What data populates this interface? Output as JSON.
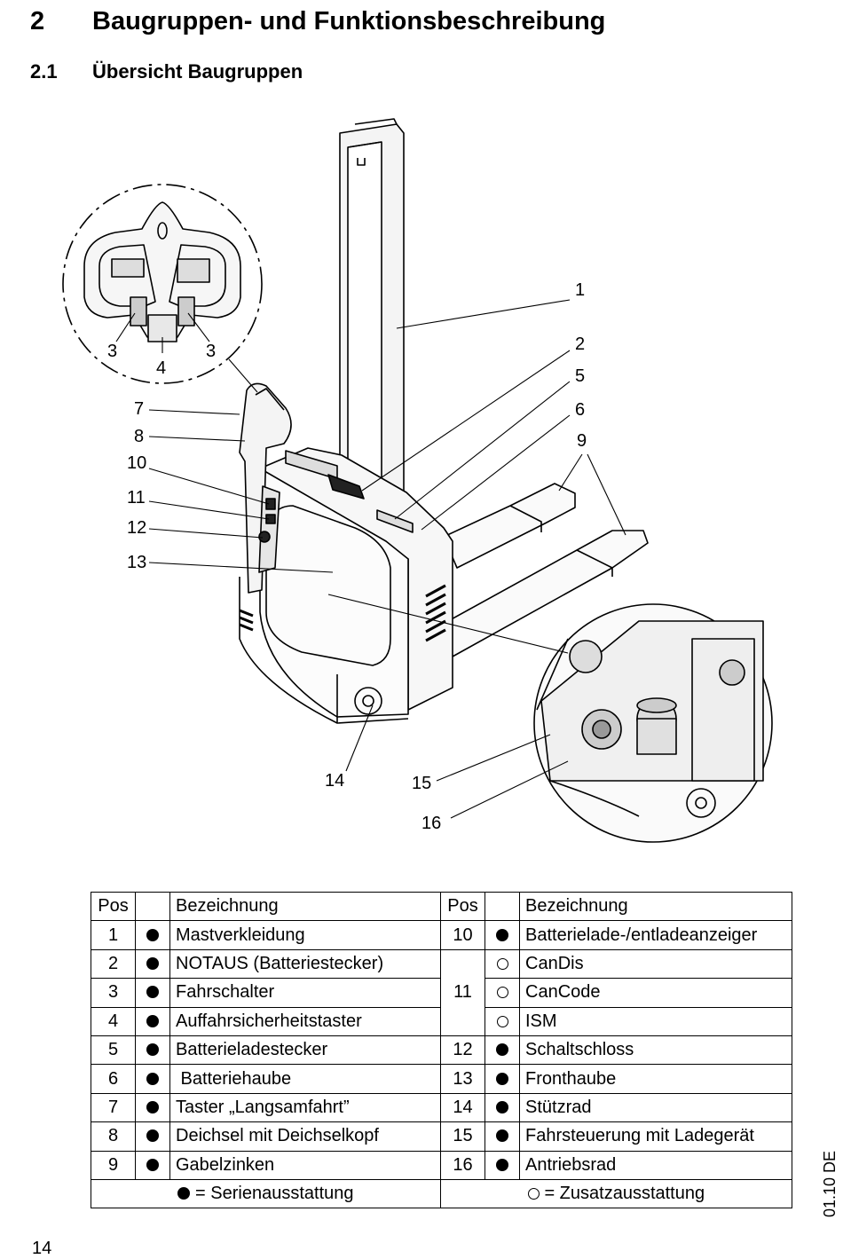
{
  "heading": {
    "number": "2",
    "title": "Baugruppen- und Funktionsbeschreibung"
  },
  "subheading": {
    "number": "2.1",
    "title": "Übersicht Baugruppen"
  },
  "figure": {
    "callouts": [
      "1",
      "2",
      "5",
      "6",
      "9",
      "3",
      "4",
      "3",
      "7",
      "8",
      "10",
      "11",
      "12",
      "13",
      "14",
      "15",
      "16"
    ]
  },
  "table": {
    "headers": {
      "pos_left": "Pos",
      "name_left": "Bezeichnung",
      "pos_right": "Pos",
      "name_right": "Bezeichnung"
    },
    "rows": [
      {
        "pos_l": "1",
        "mark_l": "standard",
        "name_l": "Mastverkleidung",
        "pos_r": "10",
        "mark_r": "standard",
        "name_r": "Batterielade-/entladeanzeiger"
      },
      {
        "pos_l": "2",
        "mark_l": "standard",
        "name_l": "NOTAUS (Batteriestecker)",
        "pos_r": "",
        "mark_r": "optional",
        "name_r": "CanDis"
      },
      {
        "pos_l": "3",
        "mark_l": "standard",
        "name_l": "Fahrschalter",
        "pos_r": "11",
        "mark_r": "optional",
        "name_r": "CanCode"
      },
      {
        "pos_l": "4",
        "mark_l": "standard",
        "name_l": "Auffahrsicherheitstaster",
        "pos_r": "",
        "mark_r": "optional",
        "name_r": "ISM"
      },
      {
        "pos_l": "5",
        "mark_l": "standard",
        "name_l": "Batterieladestecker",
        "pos_r": "12",
        "mark_r": "standard",
        "name_r": "Schaltschloss"
      },
      {
        "pos_l": "6",
        "mark_l": "standard",
        "name_l": " Batteriehaube",
        "pos_r": "13",
        "mark_r": "standard",
        "name_r": "Fronthaube"
      },
      {
        "pos_l": "7",
        "mark_l": "standard",
        "name_l": "Taster „Langsamfahrt”",
        "pos_r": "14",
        "mark_r": "standard",
        "name_r": "Stützrad"
      },
      {
        "pos_l": "8",
        "mark_l": "standard",
        "name_l": "Deichsel mit Deichselkopf",
        "pos_r": "15",
        "mark_r": "standard",
        "name_r": "Fahrsteuerung mit Ladegerät"
      },
      {
        "pos_l": "9",
        "mark_l": "standard",
        "name_l": "Gabelzinken",
        "pos_r": "16",
        "mark_r": "standard",
        "name_r": "Antriebsrad"
      }
    ],
    "legend": {
      "standard": "= Serienausstattung",
      "optional": "= Zusatzausstattung"
    }
  },
  "footer": {
    "page": "14",
    "edition": "01.10 DE"
  }
}
